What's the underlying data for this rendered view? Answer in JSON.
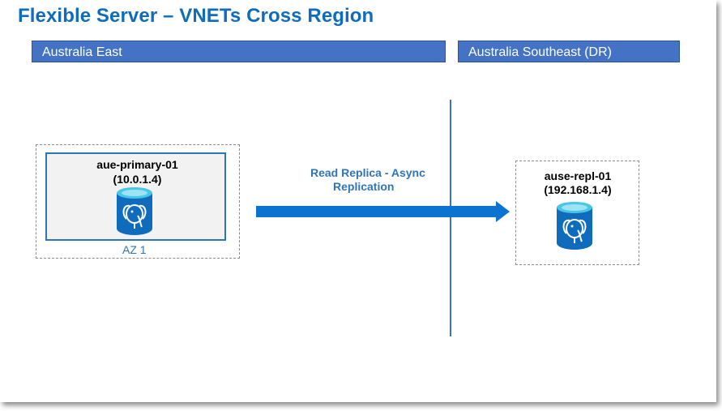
{
  "title": "Flexible Server – VNETs Cross Region",
  "regions": [
    {
      "label": "Australia East"
    },
    {
      "label": "Australia Southeast (DR)"
    }
  ],
  "primary": {
    "name": "aue-primary-01",
    "ip": "(10.0.1.4)",
    "zone": "AZ 1",
    "icon": "postgresql-database-icon"
  },
  "replica": {
    "name": "ause-repl-01",
    "ip": "(192.168.1.4)",
    "icon": "postgresql-database-icon"
  },
  "replication": {
    "line1": "Read Replica - Async",
    "line2": "Replication"
  },
  "colors": {
    "title": "#0f6cbd",
    "region_bar": "#4472c4",
    "arrow": "#0b74d1",
    "db_icon": "#0f6cbd"
  }
}
